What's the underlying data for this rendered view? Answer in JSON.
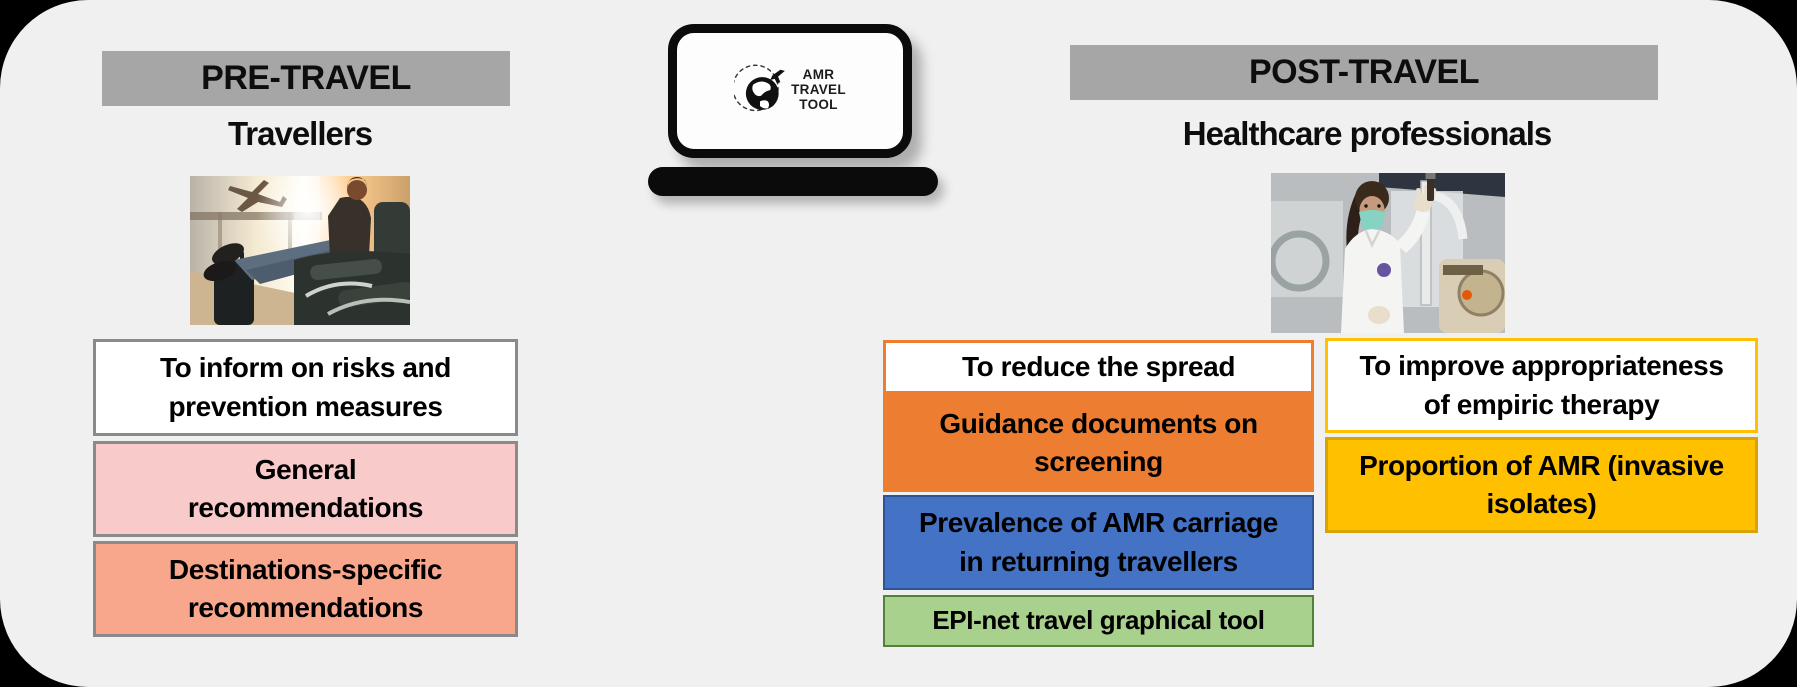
{
  "colors": {
    "slide_bg": "#f0f0f1",
    "header_bar": "#a6a6a6",
    "box_border_gray": "#8a8a8a",
    "pink": "#f9caca",
    "salmon": "#f8a68c",
    "orange": "#ed7d31",
    "blue": "#4472c4",
    "blue_border": "#2f5496",
    "green": "#a9d18e",
    "green_border": "#538135",
    "gold": "#ffc000",
    "gold_border": "#d8a400"
  },
  "pre_travel": {
    "header": "PRE-TRAVEL",
    "audience": "Travellers",
    "purpose_box": "To inform on risks and\nprevention measures",
    "general_box": "General\nrecommendations",
    "destinations_box": "Destinations-specific\nrecommendations"
  },
  "tool": {
    "line1": "AMR",
    "line2": "TRAVEL",
    "line3": "TOOL"
  },
  "post_travel": {
    "header": "POST-TRAVEL",
    "audience": "Healthcare professionals",
    "spread": {
      "title": "To reduce the spread",
      "guidance_box": "Guidance documents on\nscreening",
      "prevalence_box": "Prevalence of  AMR carriage\nin returning travellers",
      "epinet_box": "EPI-net travel graphical tool"
    },
    "therapy": {
      "title": "To improve appropriateness\nof empiric therapy",
      "proportion_box": "Proportion of AMR (invasive\nisolates)"
    }
  }
}
